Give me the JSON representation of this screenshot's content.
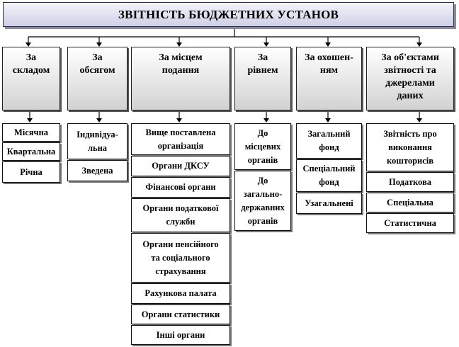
{
  "title": "ЗВІТНІСТЬ БЮДЖЕТНИХ УСТАНОВ",
  "categories": [
    {
      "label": "За\nскладом",
      "items": [
        "Місячна",
        "Квартальна",
        "Річна"
      ]
    },
    {
      "label": "За\nобсягом",
      "items": [
        "Індивідуа-\nльна",
        "Зведена"
      ]
    },
    {
      "label": "За місцем\nподання",
      "items": [
        "Вище поставлена\nорганізація",
        "Органи ДКСУ",
        "Фінансові органи",
        "Органи податкової\nслужби",
        "Органи пенсійного\nта соціального\nстрахування",
        "Рахункова палата",
        "Органи статистики",
        "Інші органи"
      ]
    },
    {
      "label": "За\nрівнем",
      "items": [
        "До\nмісцевих\nорганів",
        "До\nзагально-\nдержавних\nорганів"
      ]
    },
    {
      "label": "За охошен-\nням",
      "items": [
        "Загальний\nфонд",
        "Спеціальний\nфонд",
        "Узагальнені"
      ]
    },
    {
      "label": "За об'єктами\nзвітності та\nджерелами\nданих",
      "items": [
        "Звітність про\nвиконання\nкошторисів",
        "Податкова",
        "Спеціальна",
        "Статистична"
      ]
    }
  ]
}
